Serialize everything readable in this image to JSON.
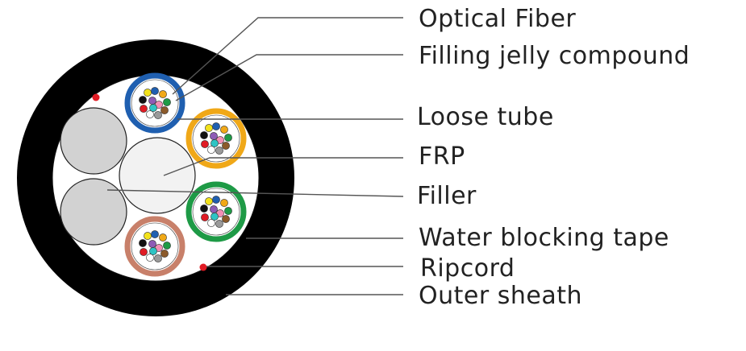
{
  "labels": {
    "optical_fiber": "Optical Fiber",
    "filling_jelly": "Filling jelly compound",
    "loose_tube": "Loose tube",
    "frp": "FRP",
    "filler": "Filler",
    "water_blocking_tape": "Water blocking tape",
    "ripcord": "Ripcord",
    "outer_sheath": "Outer sheath"
  },
  "colors": {
    "sheath": "#000000",
    "core_background": "#ffffff",
    "frp": "#f2f2f2",
    "filler": "#d2d2d2",
    "ripcord": "#e01b24",
    "tube_colors": {
      "blue": "#1f5fb0",
      "orange": "#f0a818",
      "green": "#1e9a46",
      "brown": "#c8806a"
    },
    "fiber_colors": [
      "#1f5fb0",
      "#f0a818",
      "#1e9a46",
      "#8b5a2b",
      "#9a9a9a",
      "#ffffff",
      "#e01b24",
      "#111111",
      "#f2e21b",
      "#8e5bb5",
      "#f28fb5",
      "#2ec4c4"
    ]
  }
}
